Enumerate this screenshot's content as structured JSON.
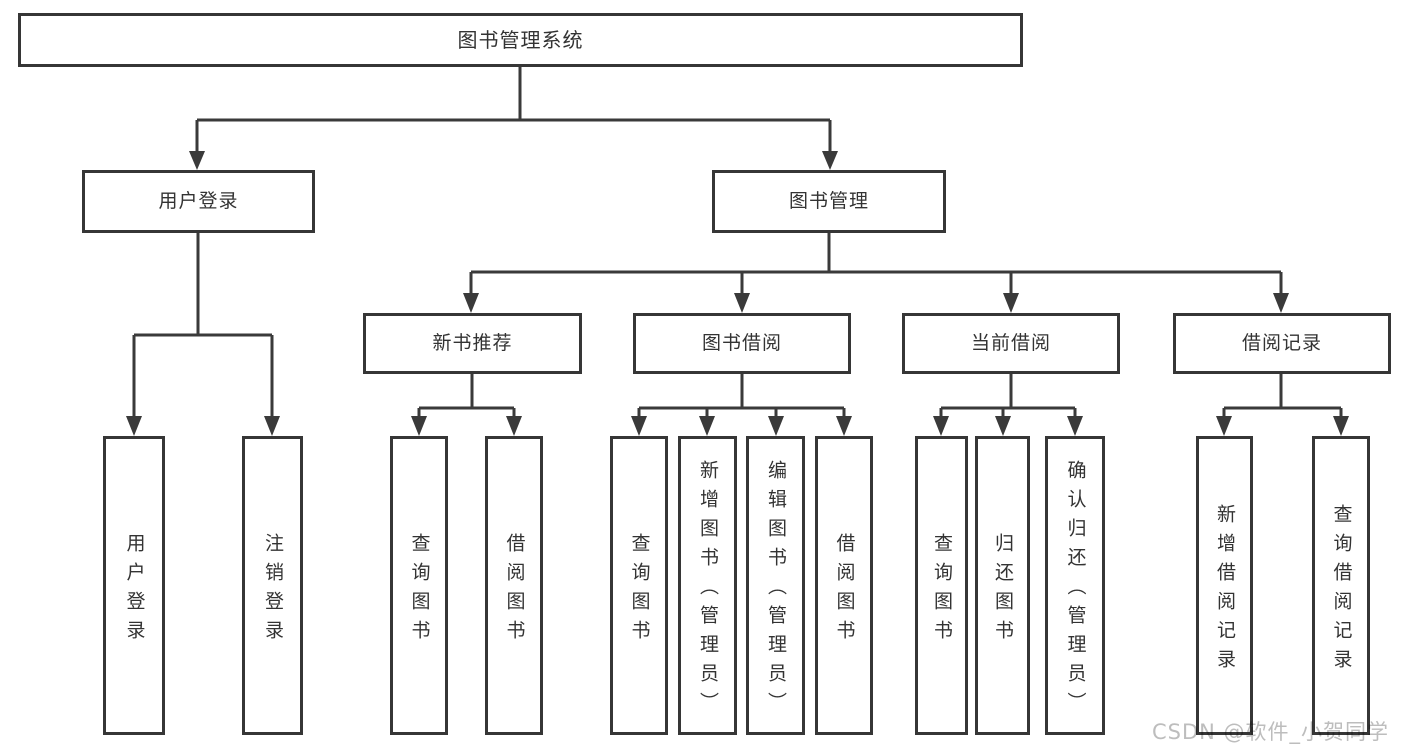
{
  "diagram": {
    "root": {
      "label": "图书管理系统"
    },
    "level2": [
      {
        "label": "用户登录"
      },
      {
        "label": "图书管理"
      }
    ],
    "level3": [
      {
        "label": "新书推荐"
      },
      {
        "label": "图书借阅"
      },
      {
        "label": "当前借阅"
      },
      {
        "label": "借阅记录"
      }
    ],
    "leaves": {
      "user_login": [
        "用户登录",
        "注销登录"
      ],
      "new_book_recommend": [
        "查询图书",
        "借阅图书"
      ],
      "book_borrowing": [
        "查询图书",
        "新增图书（管理员）",
        "编辑图书（管理员）",
        "借阅图书"
      ],
      "current_borrowing": [
        "查询图书",
        "归还图书",
        "确认归还（管理员）"
      ],
      "borrowing_records": [
        "新增借阅记录",
        "查询借阅记录"
      ]
    }
  },
  "watermark": "CSDN @软件_小贺同学",
  "colors": {
    "line": "#3a3a3a",
    "border": "#363636",
    "text": "#333333",
    "watermark": "#bdbdbd",
    "background": "#ffffff"
  }
}
